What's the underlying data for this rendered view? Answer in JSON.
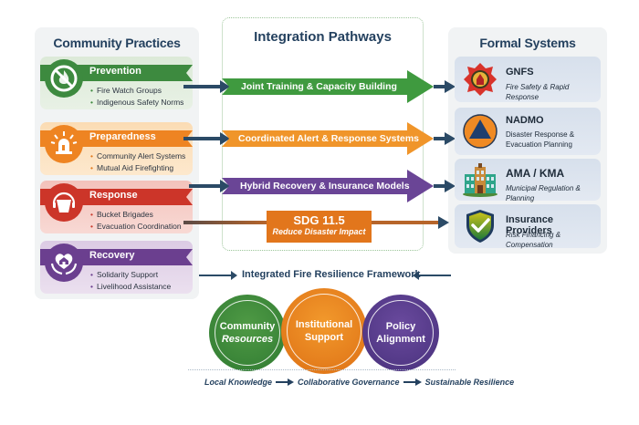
{
  "community": {
    "title": "Community Practices",
    "cards": [
      {
        "label": "Prevention",
        "icon": "no-fire-icon",
        "color": "#3d8a3f",
        "items": [
          "Fire Watch Groups",
          "Indigenous Safety Norms"
        ]
      },
      {
        "label": "Preparedness",
        "icon": "alarm-siren-icon",
        "color": "#ee8422",
        "items": [
          "Community Alert Systems",
          "Mutual Aid Firefighting"
        ]
      },
      {
        "label": "Response",
        "icon": "fire-bucket-icon",
        "color": "#cc3529",
        "items": [
          "Bucket Brigades",
          "Evacuation Coordination"
        ]
      },
      {
        "label": "Recovery",
        "icon": "heart-home-hands-icon",
        "color": "#6b3f8f",
        "items": [
          "Solidarity Support",
          "Livelihood Assistance"
        ]
      }
    ]
  },
  "integration": {
    "title": "Integration Pathways",
    "pathways": [
      {
        "label": "Joint Training & Capacity Building",
        "color": "#3f9a3f"
      },
      {
        "label": "Coordinated Alert & Response Systems",
        "color": "#f0952a"
      },
      {
        "label": "Hybrid Recovery & Insurance Models",
        "color": "#6a4596"
      }
    ],
    "sdg": {
      "title": "SDG 11.5",
      "subtitle": "Reduce Disaster Impact",
      "color": "#e2761c"
    }
  },
  "formal": {
    "title": "Formal Systems",
    "cards": [
      {
        "title": "GNFS",
        "subtitle": [
          "Fire Safety & Rapid Response"
        ],
        "icon": "fire-service-badge-icon"
      },
      {
        "title": "NADMO",
        "subtitle": [
          "Disaster Response &",
          "Evacuation Planning"
        ],
        "icon": "civil-defence-triangle-icon"
      },
      {
        "title": "AMA / KMA",
        "subtitle": [
          "Municipal Regulation & Planning"
        ],
        "icon": "city-hall-icon"
      },
      {
        "title": "Insurance Providers",
        "subtitle": [
          "Risk Financing & Compensation"
        ],
        "icon": "shield-check-icon"
      }
    ]
  },
  "framework": {
    "title": "Integrated Fire Resilience Framework",
    "circles": [
      {
        "line1": "Community",
        "line2": "Resources"
      },
      {
        "line1": "Institutional",
        "line2": "Support"
      },
      {
        "line1": "Policy",
        "line2": "Alignment"
      }
    ],
    "flow": [
      "Local Knowledge",
      "Collaborative Governance",
      "Sustainable Resilience"
    ]
  },
  "colors": {
    "navy": "#24415f",
    "green": "#3d8a3f",
    "orange": "#ee8422",
    "red": "#cc3529",
    "purple": "#6b3f8f"
  }
}
